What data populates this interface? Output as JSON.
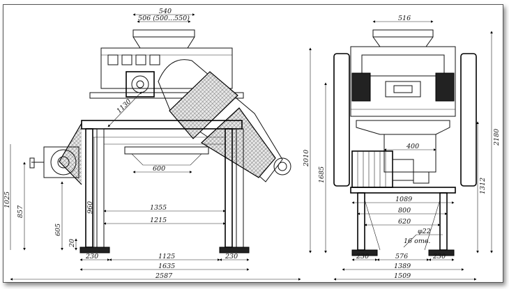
{
  "drawing": {
    "front_view": {
      "dims": {
        "top_overall": "540",
        "inlet": "506 (500...550)",
        "diag": "1130",
        "outlet": "600",
        "height_857": "857",
        "height_left_cut": "1025",
        "height_960": "960",
        "height_605": "605",
        "height_20": "20",
        "span_1355": "1355",
        "span_1215": "1215",
        "foot_left": "230",
        "span_1125": "1125",
        "foot_right": "230",
        "span_1635": "1635",
        "span_2587": "2587"
      }
    },
    "side_view": {
      "dims": {
        "top_width": "516",
        "inner_400": "400",
        "height_2010": "2010",
        "height_1685": "1685",
        "height_2180": "2180",
        "height_1312": "1312",
        "span_1089": "1089",
        "span_800": "800",
        "span_620": "620",
        "hole_dia": "φ22",
        "hole_count": "16 отв.",
        "foot_left": "230",
        "span_576": "576",
        "foot_right": "230",
        "span_1389": "1389",
        "span_1509": "1509"
      }
    }
  }
}
